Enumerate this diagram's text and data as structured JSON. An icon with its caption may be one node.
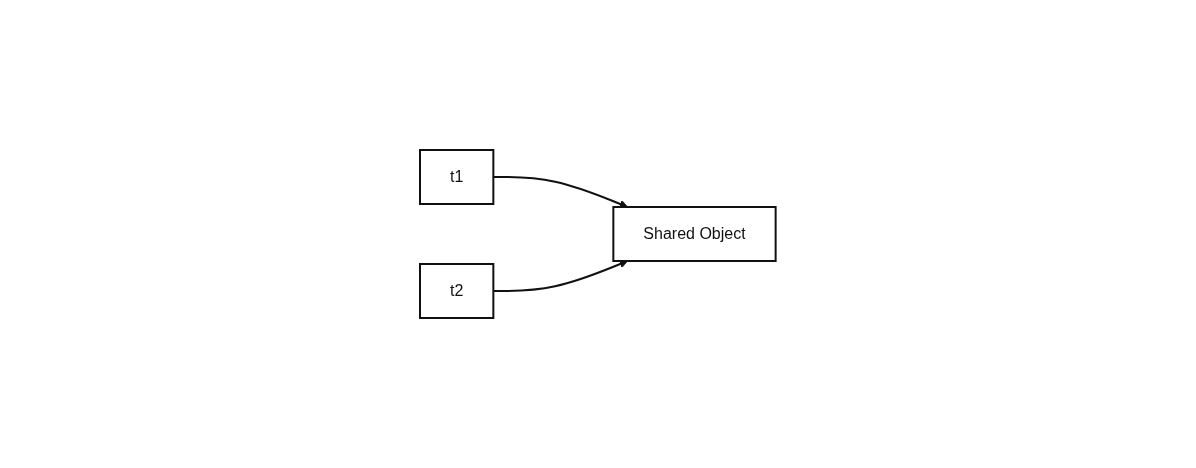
{
  "diagram": {
    "nodes": [
      {
        "text": [
          "t1"
        ]
      },
      {
        "text": [
          "Shared Object"
        ]
      },
      {
        "text": [
          "t2"
        ]
      }
    ],
    "edges": [
      {
        "from": 0,
        "to": 1,
        "arrow": "to"
      },
      {
        "from": 2,
        "to": 1,
        "arrow": "to"
      }
    ]
  }
}
